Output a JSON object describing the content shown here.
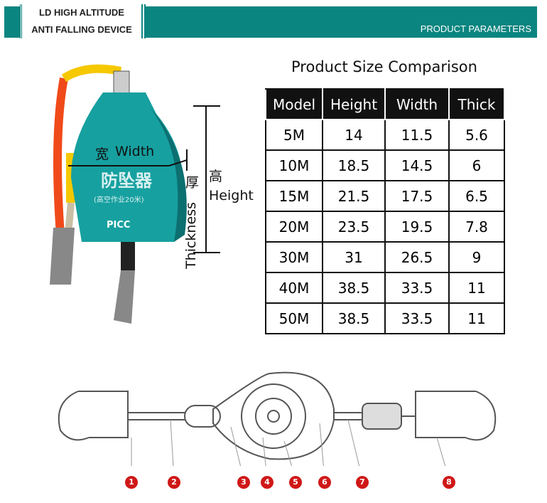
{
  "header": {
    "brand_line1": "LD HIGH ALTITUDE",
    "brand_line2": "ANTI FALLING DEVICE",
    "section": "PRODUCT PARAMETERS"
  },
  "figure": {
    "width_cn": "宽",
    "width": "Width",
    "height_cn": "高",
    "height": "Height",
    "thickness_cn": "厚",
    "thickness": "Thickness",
    "device_text": "防坠器",
    "device_sub": "(高空作业20米)",
    "device_brand": "PICC"
  },
  "table": {
    "title": "Product Size Comparison",
    "headers": [
      "Model",
      "Height",
      "Width",
      "Thick"
    ],
    "rows": [
      [
        "5M",
        "14",
        "11.5",
        "5.6"
      ],
      [
        "10M",
        "18.5",
        "14.5",
        "6"
      ],
      [
        "15M",
        "21.5",
        "17.5",
        "6.5"
      ],
      [
        "20M",
        "23.5",
        "19.5",
        "7.8"
      ],
      [
        "30M",
        "31",
        "26.5",
        "9"
      ],
      [
        "40M",
        "38.5",
        "33.5",
        "11"
      ],
      [
        "50M",
        "38.5",
        "33.5",
        "11"
      ]
    ]
  },
  "diagram": {
    "labels": [
      "1",
      "2",
      "3",
      "4",
      "5",
      "6",
      "7",
      "8"
    ]
  },
  "colors": {
    "teal": "#0a8580",
    "red": "#d01818"
  }
}
